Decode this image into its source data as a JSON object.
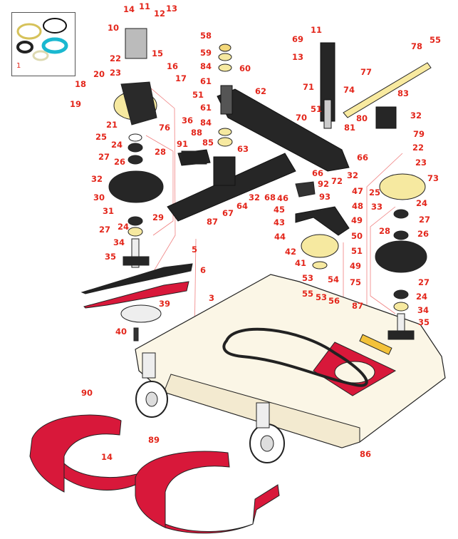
{
  "diagram": {
    "kit_label": "1",
    "callouts": [
      "14",
      "11",
      "12",
      "13",
      "10",
      "15",
      "16",
      "17",
      "22",
      "23",
      "20",
      "18",
      "19",
      "21",
      "25",
      "24",
      "76",
      "36",
      "27",
      "26",
      "28",
      "88",
      "91",
      "58",
      "59",
      "84",
      "60",
      "61",
      "51",
      "62",
      "61",
      "84",
      "85",
      "63",
      "32",
      "30",
      "31",
      "29",
      "27",
      "24",
      "34",
      "35",
      "87",
      "67",
      "64",
      "32",
      "68",
      "46",
      "92",
      "93",
      "72",
      "66",
      "32",
      "66",
      "45",
      "43",
      "44",
      "47",
      "48",
      "49",
      "50",
      "51",
      "49",
      "42",
      "41",
      "53",
      "54",
      "55",
      "53",
      "56",
      "75",
      "87",
      "33",
      "25",
      "24",
      "27",
      "26",
      "28",
      "27",
      "24",
      "34",
      "35",
      "22",
      "23",
      "73",
      "79",
      "32",
      "83",
      "80",
      "81",
      "70",
      "51",
      "71",
      "74",
      "77",
      "78",
      "55",
      "69",
      "13",
      "11",
      "5",
      "6",
      "3",
      "39",
      "40",
      "90",
      "14",
      "89",
      "86"
    ],
    "colors": {
      "callout": "#e3261b",
      "shield": "#d8183a",
      "deck": "#fbf6e6",
      "part_dark": "#222222",
      "pulley": "#f6e9a0",
      "leader": "#f08080"
    }
  }
}
